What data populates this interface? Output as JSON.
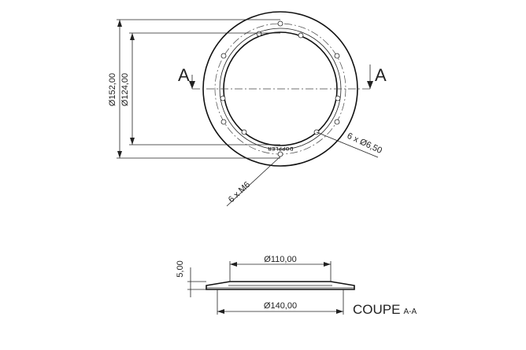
{
  "plan_view": {
    "section_markers": [
      "A",
      "A"
    ],
    "dim_outer_diameter": "152,00",
    "dim_inner_diameter": "124,00",
    "dim_holes": "6 x Ø6,50",
    "dim_threads": "6 x M6",
    "brand_text": "DOPPLER"
  },
  "section_view": {
    "dim_thickness": "5,00",
    "dim_top_diameter": "110,00",
    "dim_bottom_diameter": "140,00",
    "title": "COUPE",
    "title_suffix": "A-A"
  }
}
